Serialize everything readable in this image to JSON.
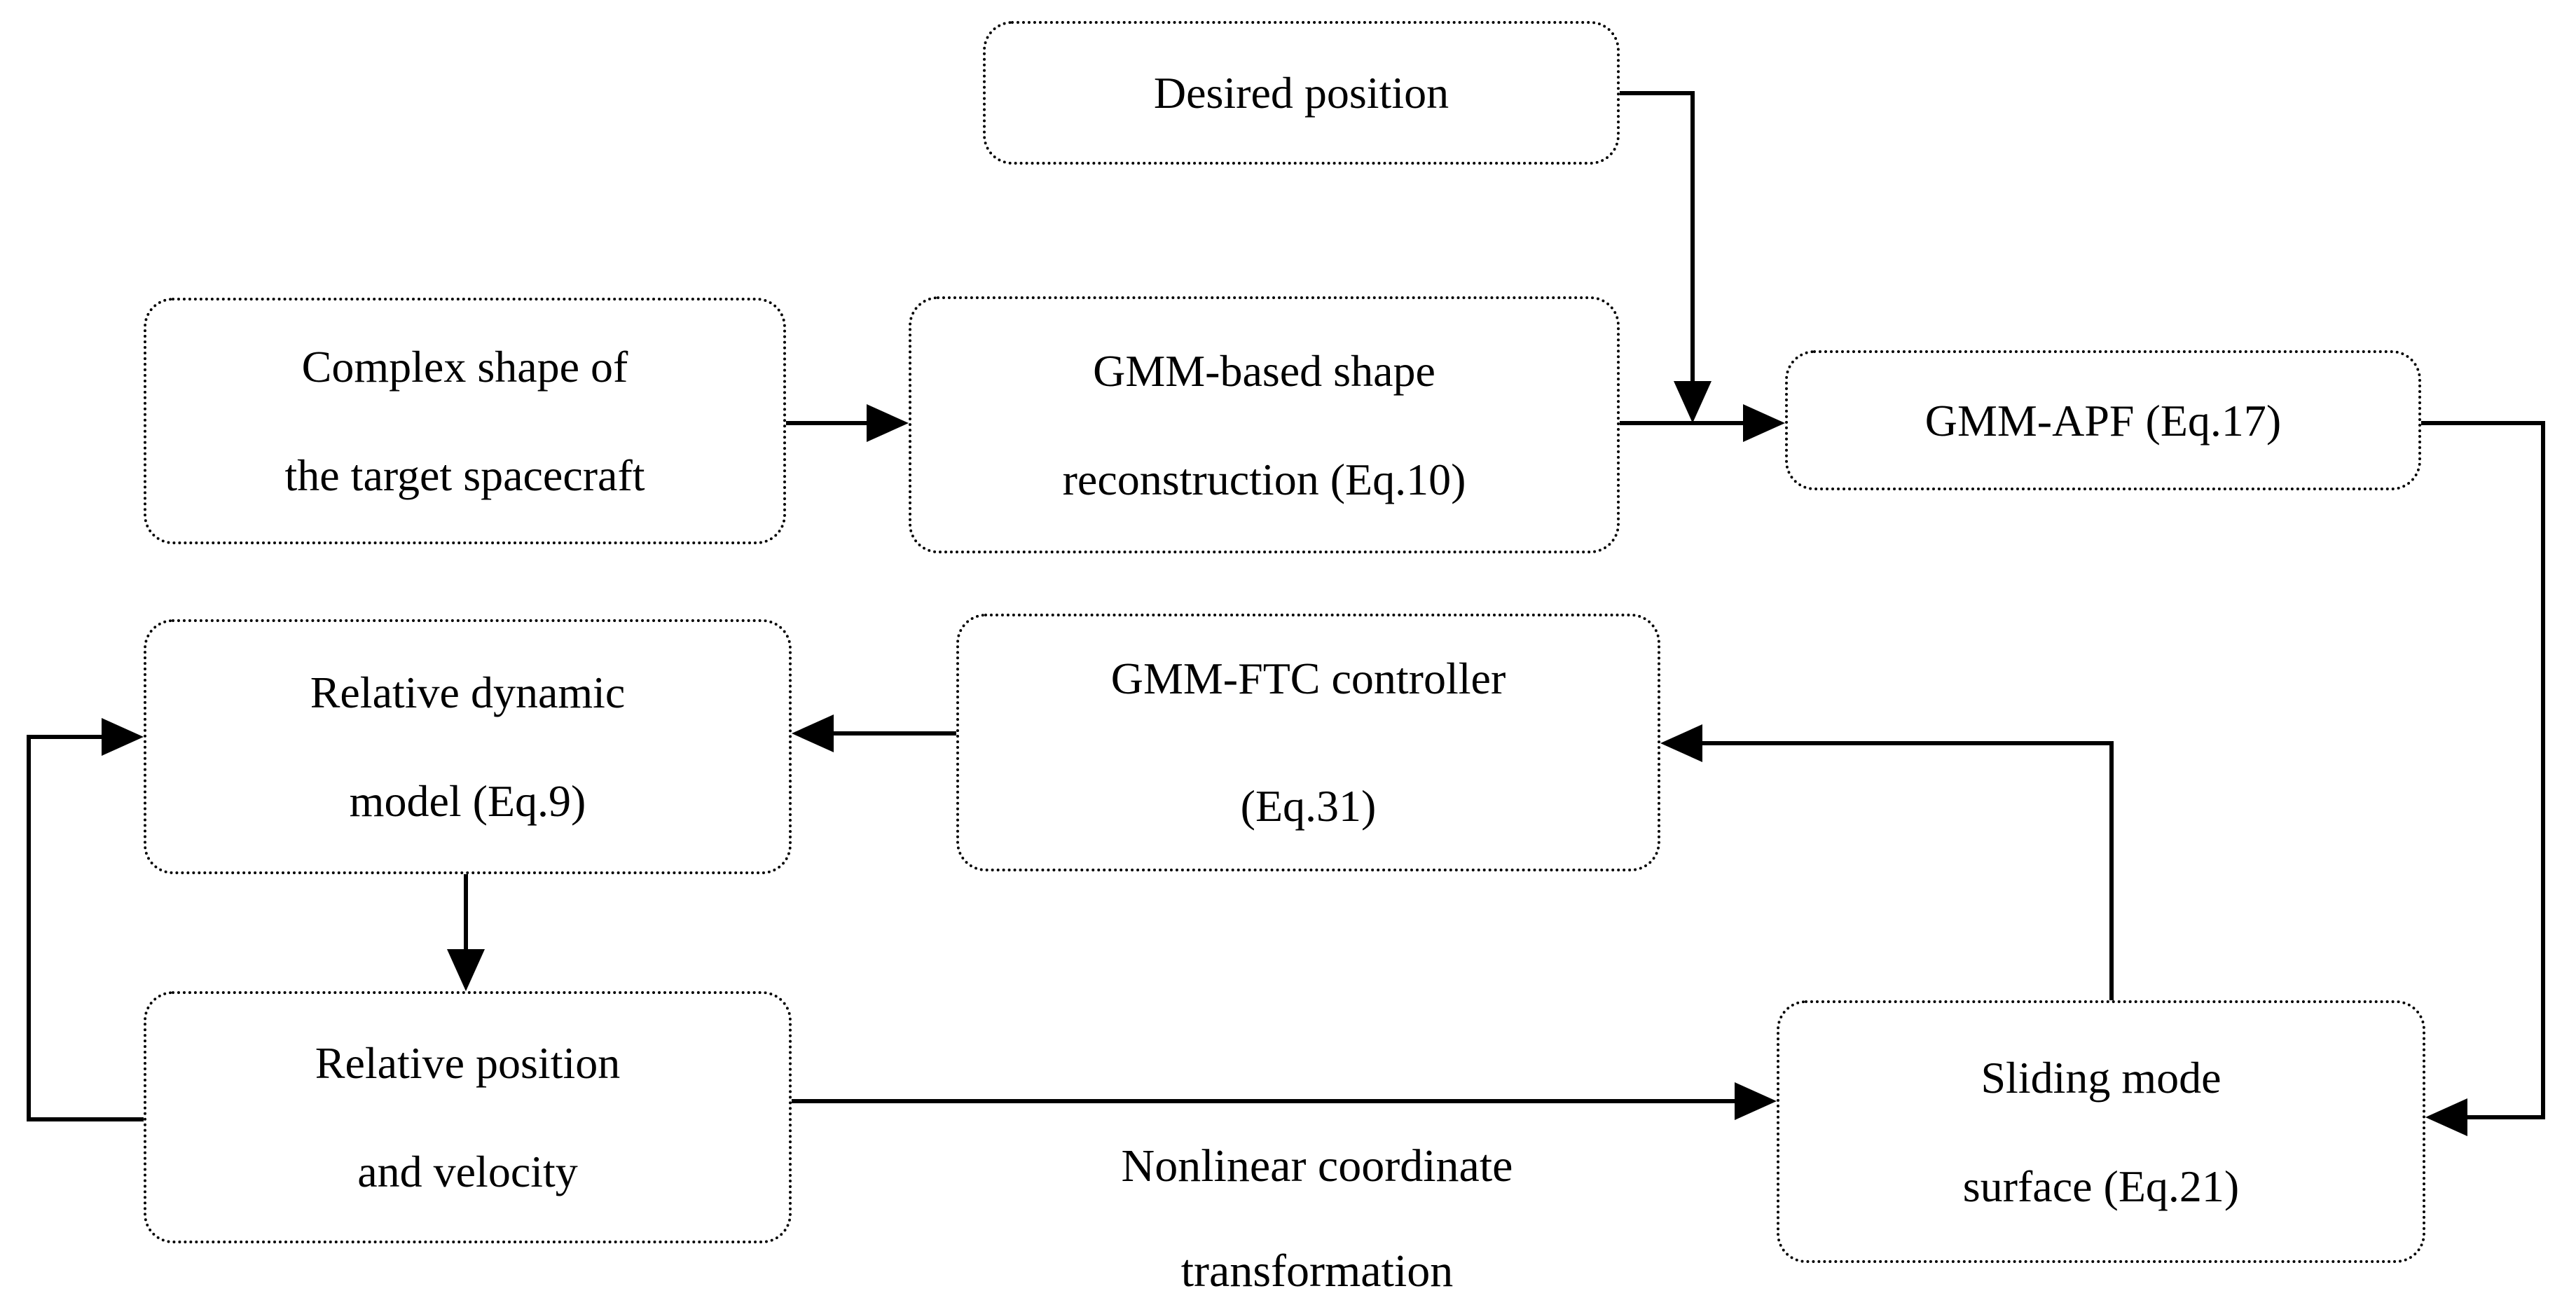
{
  "diagram": {
    "colors": {
      "line": "#000000",
      "background": "#ffffff",
      "text": "#000000"
    },
    "nodes": {
      "desired": {
        "lines": [
          "Desired position"
        ]
      },
      "complex": {
        "lines": [
          "Complex shape of",
          "the target spacecraft"
        ]
      },
      "gmm_shape": {
        "lines": [
          "GMM-based shape",
          "reconstruction (Eq.10)"
        ]
      },
      "gmm_apf": {
        "lines": [
          "GMM-APF (Eq.17)"
        ]
      },
      "rel_dyn": {
        "lines": [
          "Relative dynamic",
          "model (Eq.9)"
        ]
      },
      "gmm_ftc": {
        "lines": [
          "GMM-FTC controller",
          "(Eq.31)"
        ]
      },
      "rel_pos": {
        "lines": [
          "Relative position",
          "and velocity"
        ]
      },
      "sliding": {
        "lines": [
          "Sliding mode",
          "surface (Eq.21)"
        ]
      }
    },
    "edge_labels": {
      "nonlinear": {
        "lines": [
          "Nonlinear coordinate",
          "transformation"
        ]
      }
    }
  }
}
